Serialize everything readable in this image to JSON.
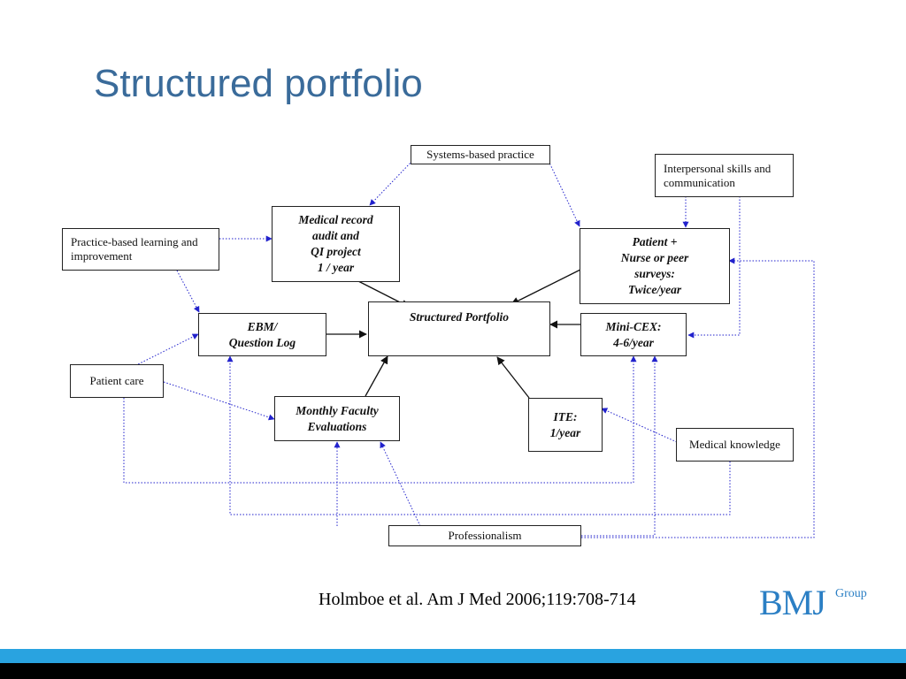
{
  "title": "Structured portfolio",
  "competencies": {
    "systems_based_practice": "Systems-based practice",
    "interpersonal": "Interpersonal skills and\ncommunication",
    "practice_based": "Practice-based learning and\nimprovement",
    "patient_care": "Patient care",
    "medical_knowledge": "Medical knowledge",
    "professionalism": "Professionalism"
  },
  "tools": {
    "medical_record": "Medical record\naudit and\nQI project\n1 / year",
    "patient_surveys": "Patient +\nNurse or peer\nsurveys:\nTwice/year",
    "ebm": "EBM/\nQuestion Log",
    "portfolio": "Structured Portfolio",
    "mini_cex": "Mini-CEX:\n4-6/year",
    "monthly": "Monthly Faculty\nEvaluations",
    "ite": "ITE:\n1/year"
  },
  "citation": "Holmboe et al. Am J Med 2006;119:708-714",
  "logo": {
    "main": "BMJ",
    "sub": "Group"
  },
  "colors": {
    "title": "#3a6b9a",
    "arrow_blue": "#2222cc",
    "band_light": "#29a3e0",
    "band_dark": "#000000",
    "logo": "#2b7fc4"
  }
}
